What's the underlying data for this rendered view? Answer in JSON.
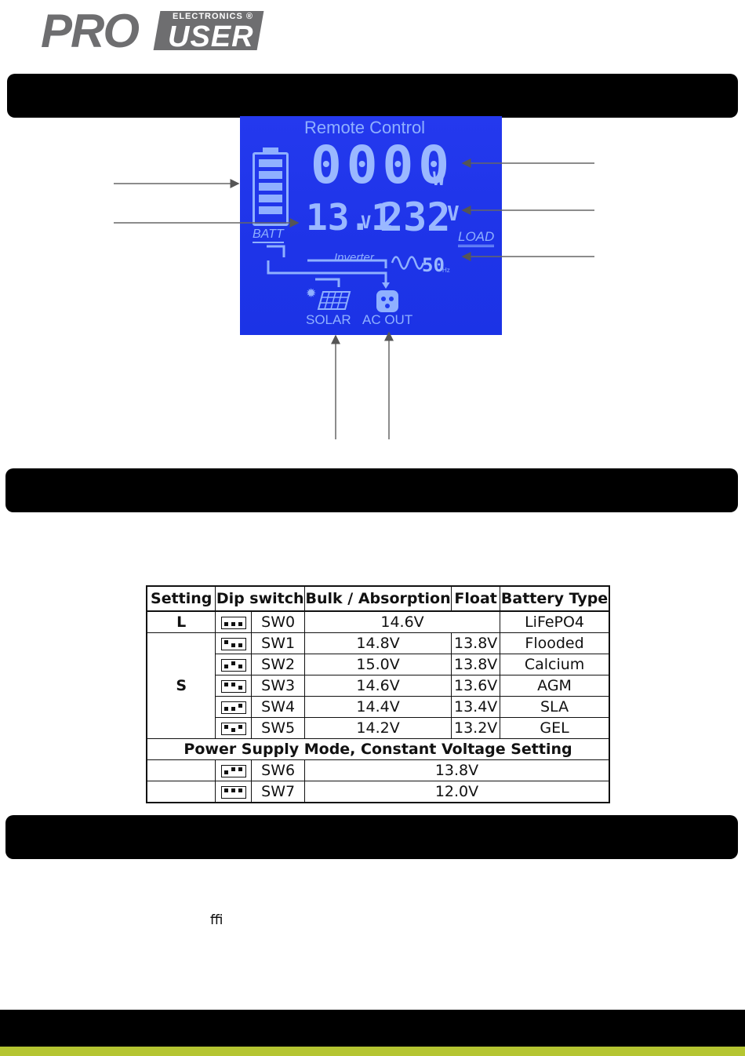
{
  "logo": {
    "pro": "PRO",
    "user": "USER",
    "electronics": "ELECTRONICS ®"
  },
  "lcd": {
    "title": "Remote Control",
    "watts_digits": "0000",
    "watts_unit": "W",
    "battery_voltage": "13.1",
    "battery_unit": "V",
    "output_voltage": "232",
    "output_unit": "V",
    "batt_label": "BATT",
    "load_label": "LOAD",
    "inverter_label": "Inverter",
    "frequency": "50",
    "frequency_unit": "Hz",
    "solar_label": "SOLAR",
    "acout_label": "AC OUT"
  },
  "table": {
    "headers": [
      "Setting",
      "Dip switch",
      "Bulk / Absorption",
      "Float",
      "Battery Type"
    ],
    "row_l": {
      "setting": "L",
      "sw": "SW0",
      "bulk": "14.6V",
      "type": "LiFePO4"
    },
    "s_setting": "S",
    "rows_s": [
      {
        "sw": "SW1",
        "bulk": "14.8V",
        "float": "13.8V",
        "type": "Flooded"
      },
      {
        "sw": "SW2",
        "bulk": "15.0V",
        "float": "13.8V",
        "type": "Calcium"
      },
      {
        "sw": "SW3",
        "bulk": "14.6V",
        "float": "13.6V",
        "type": "AGM"
      },
      {
        "sw": "SW4",
        "bulk": "14.4V",
        "float": "13.4V",
        "type": "SLA"
      },
      {
        "sw": "SW5",
        "bulk": "14.2V",
        "float": "13.2V",
        "type": "GEL"
      }
    ],
    "power_supply_heading": "Power Supply Mode, Constant Voltage Setting",
    "rows_ps": [
      {
        "sw": "SW6",
        "value": "13.8V"
      },
      {
        "sw": "SW7",
        "value": "12.0V"
      }
    ]
  },
  "stray_glyph": "ﬃ",
  "colors": {
    "lcd_blue": "#1f3af0",
    "lcd_segment": "#9ab8ff",
    "logo_gray": "#6e6e70",
    "accent_green": "#b5c531"
  }
}
